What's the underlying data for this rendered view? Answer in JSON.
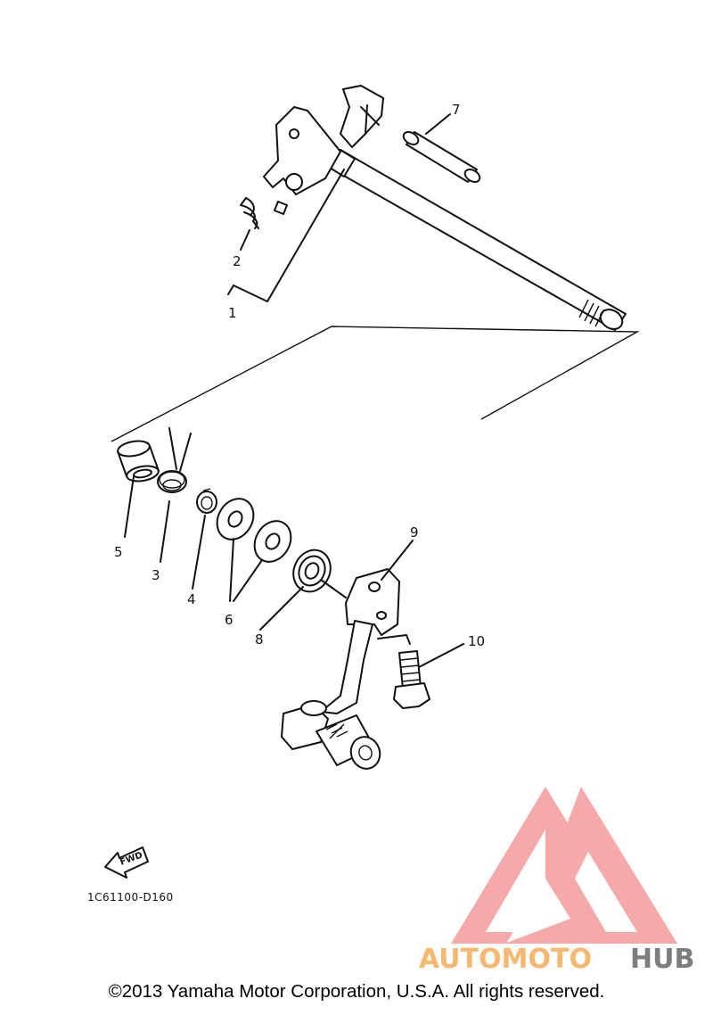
{
  "diagram": {
    "callouts": [
      {
        "id": "1",
        "label": "1"
      },
      {
        "id": "2",
        "label": "2"
      },
      {
        "id": "3",
        "label": "3"
      },
      {
        "id": "4",
        "label": "4"
      },
      {
        "id": "5",
        "label": "5"
      },
      {
        "id": "6",
        "label": "6"
      },
      {
        "id": "7",
        "label": "7"
      },
      {
        "id": "8",
        "label": "8"
      },
      {
        "id": "9",
        "label": "9"
      },
      {
        "id": "10",
        "label": "10"
      }
    ],
    "fwd_label": "FWD",
    "diagram_code": "1C61100-D160"
  },
  "watermark": {
    "brand_part1": "AUTOMOTO",
    "brand_part2": "HUB",
    "colors": {
      "triangle": "#f4a0a0",
      "part1": "#f8b060",
      "part2": "#707070"
    }
  },
  "footer": {
    "copyright": "©2013 Yamaha Motor Corporation, U.S.A. All rights reserved."
  }
}
